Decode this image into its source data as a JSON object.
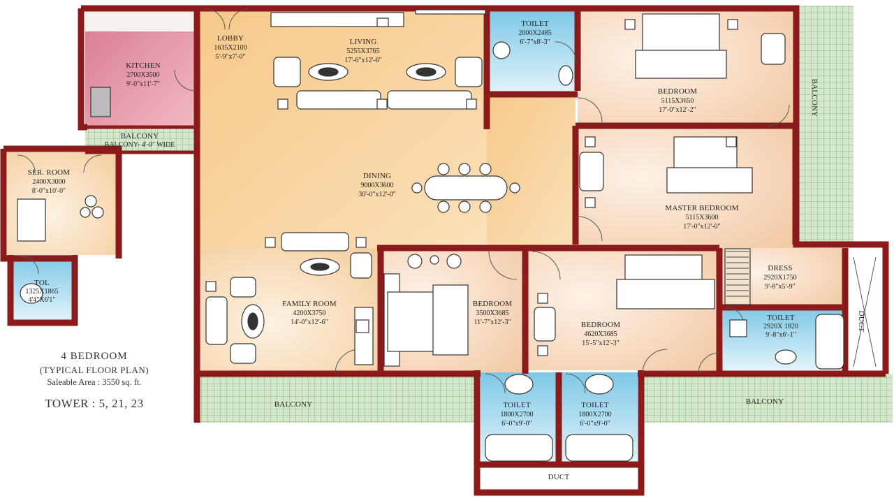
{
  "colors": {
    "wall": "#8b1a1a",
    "living": "#f2c88e",
    "bedroom": "#f5d7b8",
    "kitchen": "#e58fa2",
    "toilet": "#8fd0e8",
    "balcony": "#cfe3c4",
    "grid": "#7aa56a"
  },
  "rooms": {
    "lobby": {
      "name": "LOBBY",
      "size": "1635X2100",
      "dims": "5'-9\"x7'-0\""
    },
    "living": {
      "name": "LIVING",
      "size": "5255X3765",
      "dims": "17'-6\"x12'-6\""
    },
    "kitchen": {
      "name": "KITCHEN",
      "size": "2700X3500",
      "dims": "9'-0\"x11'-7\""
    },
    "balcony_small": {
      "name": "BALCONY",
      "dims": "BALCONY- 4'-0\" WIDE"
    },
    "ser_room": {
      "name": "SER. ROOM",
      "size": "2400X3000",
      "dims": "8'-0\"x10'-0\""
    },
    "tol": {
      "name": "TOL",
      "size": "1325X1865",
      "dims": "4'4\"X6'1\""
    },
    "toilet_top": {
      "name": "TOILET",
      "size": "2000X2485",
      "dims": "6'-7\"x8'-3\""
    },
    "bedroom_top": {
      "name": "BEDROOM",
      "size": "5115X3650",
      "dims": "17'-0\"x12'-2\""
    },
    "dining": {
      "name": "DINING",
      "size": "9000X3600",
      "dims": "30'-0\"x12'-0\""
    },
    "master_bedroom": {
      "name": "MASTER BEDROOM",
      "size": "5115X3600",
      "dims": "17'-0\"x12'-0\""
    },
    "family_room": {
      "name": "FAMILY ROOM",
      "size": "4200X3750",
      "dims": "14'-0\"x12'-6\""
    },
    "bedroom_mid": {
      "name": "BEDROOM",
      "size": "3500X3685",
      "dims": "11'-7\"x12'-3\""
    },
    "bedroom_right": {
      "name": "BEDROOM",
      "size": "4620X3685",
      "dims": "15'-5\"x12'-3\""
    },
    "dress": {
      "name": "DRESS",
      "size": "2920X1750",
      "dims": "9'-8\"x5'-9\""
    },
    "toilet_right": {
      "name": "TOILET",
      "size": "2920X 1820",
      "dims": "9'-8\"x6'-1\""
    },
    "toilet_b1": {
      "name": "TOILET",
      "size": "1800X2700",
      "dims": "6'-0\"x9'-0\""
    },
    "toilet_b2": {
      "name": "TOILET",
      "size": "1800X2700",
      "dims": "6'-0\"x9'-0\""
    },
    "balcony_right": {
      "name": "BALCONY"
    },
    "balcony_bottom_left": {
      "name": "BALCONY"
    },
    "balcony_bottom_right": {
      "name": "BALCONY"
    },
    "duct_right": {
      "name": "DUCT"
    },
    "duct_bottom": {
      "name": "DUCT"
    }
  },
  "caption": {
    "title": "4 BEDROOM",
    "subtitle": "(TYPICAL  FLOOR PLAN)",
    "area": "Saleable Area : 3550 sq. ft.",
    "tower": "TOWER : 5, 21, 23"
  }
}
